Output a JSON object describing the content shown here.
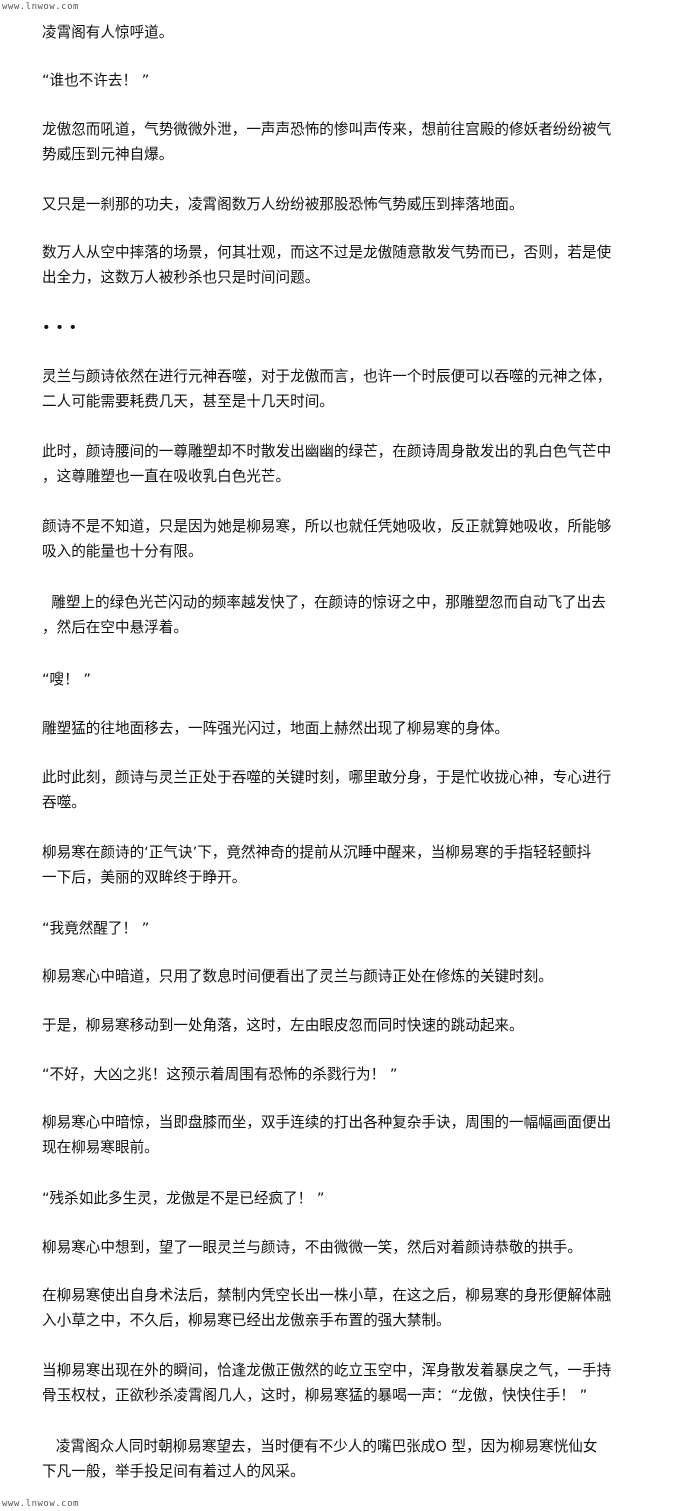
{
  "watermark": {
    "top": "www.lnwow.com",
    "bottom": "www.lnwow.com"
  },
  "paragraphs": [
    "凌霄阁有人惊呼道。",
    "“谁也不许去！ ”",
    "龙傲忽而吼道，气势微微外泄，一声声恐怖的惨叫声传来，想前往宫殿的修妖者纷纷被气\n势威压到元神自爆。",
    "又只是一刹那的功夫，凌霄阁数万人纷纷被那股恐怖气势威压到摔落地面。",
    "数万人从空中摔落的场景，何其壮观，而这不过是龙傲随意散发气势而已，否则，若是使\n出全力，这数万人被秒杀也只是时间问题。",
    "• • •",
    "灵兰与颜诗依然在进行元神吞噬，对于龙傲而言，也许一个时辰便可以吞噬的元神之体，\n二人可能需要耗费几天，甚至是十几天时间。",
    "此时，颜诗腰间的一尊雕塑却不时散发出幽幽的绿芒，在颜诗周身散发出的乳白色气芒中\n，这尊雕塑也一直在吸收乳白色光芒。",
    "颜诗不是不知道，只是因为她是柳易寒，所以也就任凭她吸收，反正就算她吸收，所能够\n吸入的能量也十分有限。",
    "  雕塑上的绿色光芒闪动的频率越发快了，在颜诗的惊讶之中，那雕塑忽而自动飞了出去\n，然后在空中悬浮着。",
    "“嗖！ ”",
    "雕塑猛的往地面移去，一阵强光闪过，地面上赫然出现了柳易寒的身体。",
    "此时此刻，颜诗与灵兰正处于吞噬的关键时刻，哪里敢分身，于是忙收拢心神，专心进行\n吞噬。",
    "柳易寒在颜诗的‘正气诀’下，竟然神奇的提前从沉睡中醒来，当柳易寒的手指轻轻颤抖\n一下后，美丽的双眸终于睁开。",
    "“我竟然醒了！ ”",
    "柳易寒心中暗道，只用了数息时间便看出了灵兰与颜诗正处在修炼的关键时刻。",
    "于是，柳易寒移动到一处角落，这时，左由眼皮忽而同时快速的跳动起来。",
    "“不好，大凶之兆！这预示着周围有恐怖的杀戮行为！ ”",
    "柳易寒心中暗惊，当即盘膝而坐，双手连续的打出各种复杂手诀，周围的一幅幅画面便出\n现在柳易寒眼前。",
    "“残杀如此多生灵，龙傲是不是已经疯了！ ”",
    "柳易寒心中想到，望了一眼灵兰与颜诗，不由微微一笑，然后对着颜诗恭敬的拱手。",
    "在柳易寒使出自身术法后，禁制内凭空长出一株小草，在这之后，柳易寒的身形便解体融\n入小草之中，不久后，柳易寒已经出龙傲亲手布置的强大禁制。",
    "当柳易寒出现在外的瞬间，恰逢龙傲正傲然的屹立玉空中，浑身散发着暴戾之气，一手持\n骨玉权杖，正欲秒杀凌霄阁几人，这时，柳易寒猛的暴喝一声：“龙傲，快快住手！ ”",
    "   凌霄阁众人同时朝柳易寒望去，当时便有不少人的嘴巴张成O 型，因为柳易寒恍仙女\n下凡一般，举手投足间有着过人的风采。"
  ]
}
